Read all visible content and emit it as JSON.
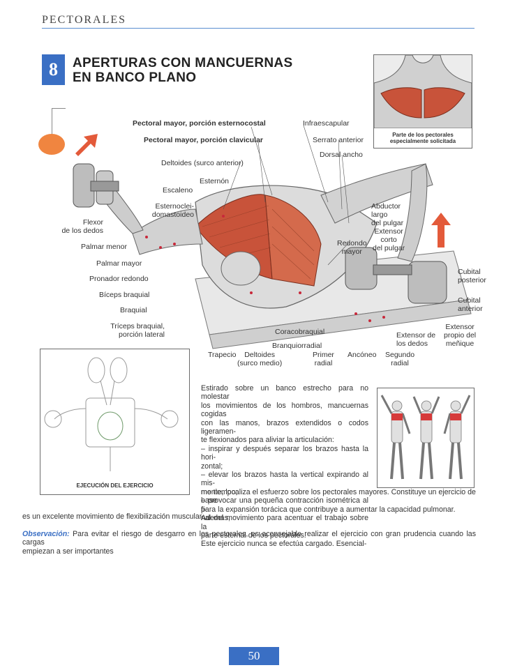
{
  "header": {
    "section": "PECTORALES"
  },
  "exercise": {
    "number": "8",
    "title_line1": "APERTURAS CON MANCUERNAS",
    "title_line2": "EN BANCO PLANO"
  },
  "inset": {
    "caption_line1": "Parte de los pectorales",
    "caption_line2": "especialmente solicitada"
  },
  "labels": {
    "pectoral_esternocostal": "Pectoral mayor, porción esternocostal",
    "pectoral_clavicular": "Pectoral mayor, porción clavicular",
    "infraescapular": "Infraescapular",
    "serrato": "Serrato anterior",
    "dorsal": "Dorsal ancho",
    "deltoides_anterior": "Deltoides (surco anterior)",
    "esternon": "Esternón",
    "escaleno": "Escaleno",
    "esternocleidomastoideo_1": "Esternoclei-",
    "esternocleidomastoideo_2": "domastoideo",
    "flexor_1": "Flexor",
    "flexor_2": "de los dedos",
    "palmar_menor": "Palmar menor",
    "palmar_mayor": "Palmar mayor",
    "pronador": "Pronador redondo",
    "biceps": "Bíceps braquial",
    "braquial": "Braquial",
    "triceps_1": "Tríceps braquial,",
    "triceps_2": "porción lateral",
    "abductor_1": "Abductor",
    "abductor_2": "largo",
    "abductor_3": "del pulgar",
    "extensor_corto_1": "Extensor",
    "extensor_corto_2": "corto",
    "extensor_corto_3": "del pulgar",
    "redondo_1": "Redondo",
    "redondo_2": "mayor",
    "cubital_post_1": "Cubital",
    "cubital_post_2": "posterior",
    "cubital_ant_1": "Cubital",
    "cubital_ant_2": "anterior",
    "extensor_propio_1": "Extensor",
    "extensor_propio_2": "propio del",
    "extensor_propio_3": "meñique",
    "coracobraquial": "Coracobraquial",
    "braquiorradial": "Branquiorradial",
    "extensor_dedos_1": "Extensor de",
    "extensor_dedos_2": "los dedos",
    "trapecio": "Trapecio",
    "deltoides_medio_1": "Deltoides",
    "deltoides_medio_2": "(surco medio)",
    "primer_radial_1": "Primer",
    "primer_radial_2": "radial",
    "anconeo": "Ancóneo",
    "segundo_radial_1": "Segundo",
    "segundo_radial_2": "radial"
  },
  "execution": {
    "caption": "EJECUCIÓN DEL EJERCICIO"
  },
  "text": {
    "p1": [
      "Estirado sobre un banco estrecho para no molestar",
      "los movimientos de los hombros, mancuernas cogidas",
      "con las manos, brazos extendidos o codos ligeramen-",
      "te flexionados para aliviar la articulación:",
      "– inspirar y después separar los brazos hasta la hori-",
      "zontal;",
      "– elevar los brazos hasta la vertical expirando al mis-",
      "mo tiempo;",
      "– provocar una pequeña contracción isométrica al fi-",
      "nal del movimiento para acentuar el trabajo sobre la",
      "parte esternal de los pectorales.",
      "Este ejercicio nunca se efectúa cargado. Esencial-"
    ],
    "p2_line1": "mente, localiza el esfuerzo sobre los pectorales mayores. Constituye un ejercicio de base",
    "p2_line2": "para la expansión torácica que contribuye a aumentar la capacidad pulmonar. Además,",
    "p2_line3": "es un excelente movimiento de flexibilización muscular.",
    "obs_label": "Observación:",
    "obs_text": " Para evitar el riesgo de desgarro en los pectorales, es aconsejable realizar el ejercicio con gran prudencia cuando las cargas",
    "obs_line2": "empiezan a ser importantes"
  },
  "footer": {
    "page": "50"
  },
  "colors": {
    "accent_blue": "#3a6fc4",
    "orange": "#f08540",
    "muscle_red": "#c8533a"
  }
}
